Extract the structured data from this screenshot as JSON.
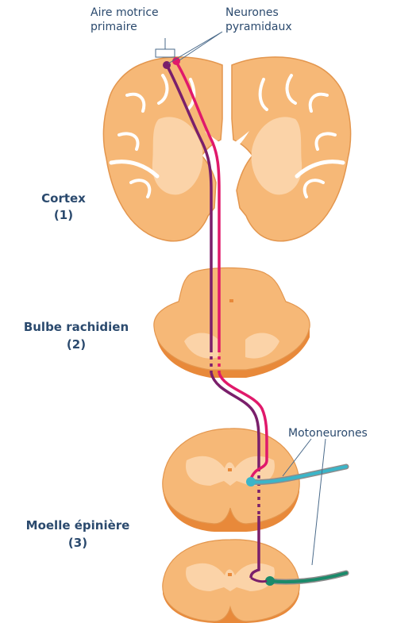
{
  "annotations": {
    "motor_area_line1": "Aire motrice",
    "motor_area_line2": "primaire",
    "pyramidal_line1": "Neurones",
    "pyramidal_line2": "pyramidaux",
    "motoneurons": "Motoneurones"
  },
  "regions": {
    "cortex_name": "Cortex",
    "cortex_number": "(1)",
    "medulla_name": "Bulbe rachidien",
    "medulla_number": "(2)",
    "spinal_name": "Moelle épinière",
    "spinal_number": "(3)"
  },
  "colors": {
    "tissue": "#f6b877",
    "tissue_dark": "#e8893a",
    "grey_matter": "#fbd3a8",
    "outline": "#d9812e",
    "neuron_dark": "#7a1f6b",
    "neuron_pink": "#e0196b",
    "motoneuron_cyan": "#3bb5c8",
    "motoneuron_green": "#1a8a6a",
    "label_text": "#2b4a6e",
    "nerve_outline": "#8c8c8c"
  }
}
